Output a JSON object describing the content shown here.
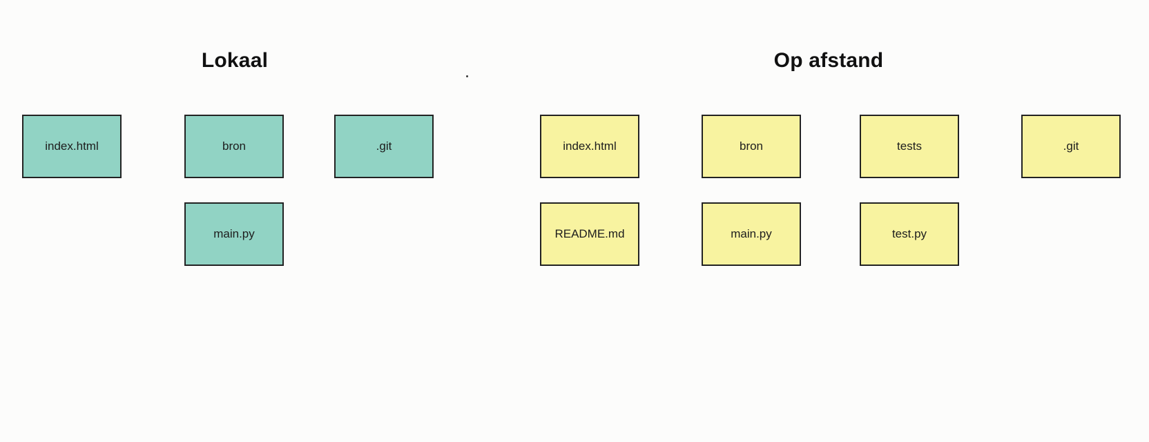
{
  "colors": {
    "bg": "#fcfcfb",
    "teal": "#91d3c4",
    "yellow": "#f8f3a0",
    "border": "#222222",
    "text": "#1d1d1d",
    "title": "#111111"
  },
  "sections": {
    "local": {
      "title": "Lokaal",
      "box_fill": "#91d3c4",
      "boxes": {
        "index_html": "index.html",
        "bron": "bron",
        "git": ".git",
        "main_py": "main.py"
      }
    },
    "remote": {
      "title": "Op afstand",
      "box_fill": "#f8f3a0",
      "boxes": {
        "index_html": "index.html",
        "bron": "bron",
        "tests": "tests",
        "git": ".git",
        "readme_md": "README.md",
        "main_py": "main.py",
        "test_py": "test.py"
      }
    }
  }
}
